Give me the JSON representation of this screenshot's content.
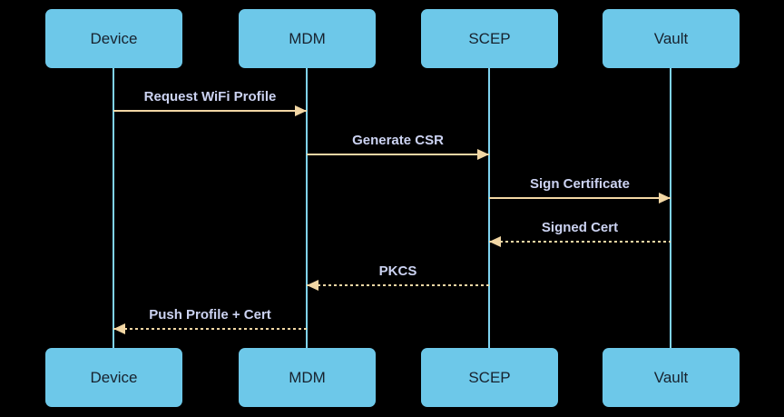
{
  "colors": {
    "background": "#000000",
    "actor_fill": "#6dc8e9",
    "actor_text": "#17222e",
    "lifeline": "#7fd3f0",
    "arrow": "#f2d7a4",
    "message_text": "#ccd3f2"
  },
  "diagram": {
    "type": "sequence",
    "actors": [
      {
        "id": "device",
        "label": "Device"
      },
      {
        "id": "mdm",
        "label": "MDM"
      },
      {
        "id": "scep",
        "label": "SCEP"
      },
      {
        "id": "vault",
        "label": "Vault"
      }
    ],
    "messages": [
      {
        "from": "Device",
        "to": "MDM",
        "label": "Request WiFi Profile",
        "line": "solid",
        "direction": "right"
      },
      {
        "from": "MDM",
        "to": "SCEP",
        "label": "Generate CSR",
        "line": "solid",
        "direction": "right"
      },
      {
        "from": "SCEP",
        "to": "Vault",
        "label": "Sign Certificate",
        "line": "solid",
        "direction": "right"
      },
      {
        "from": "Vault",
        "to": "SCEP",
        "label": "Signed Cert",
        "line": "dotted",
        "direction": "left"
      },
      {
        "from": "SCEP",
        "to": "MDM",
        "label": "PKCS",
        "line": "dotted",
        "direction": "left"
      },
      {
        "from": "MDM",
        "to": "Device",
        "label": "Push Profile + Cert",
        "line": "dotted",
        "direction": "left"
      }
    ]
  }
}
